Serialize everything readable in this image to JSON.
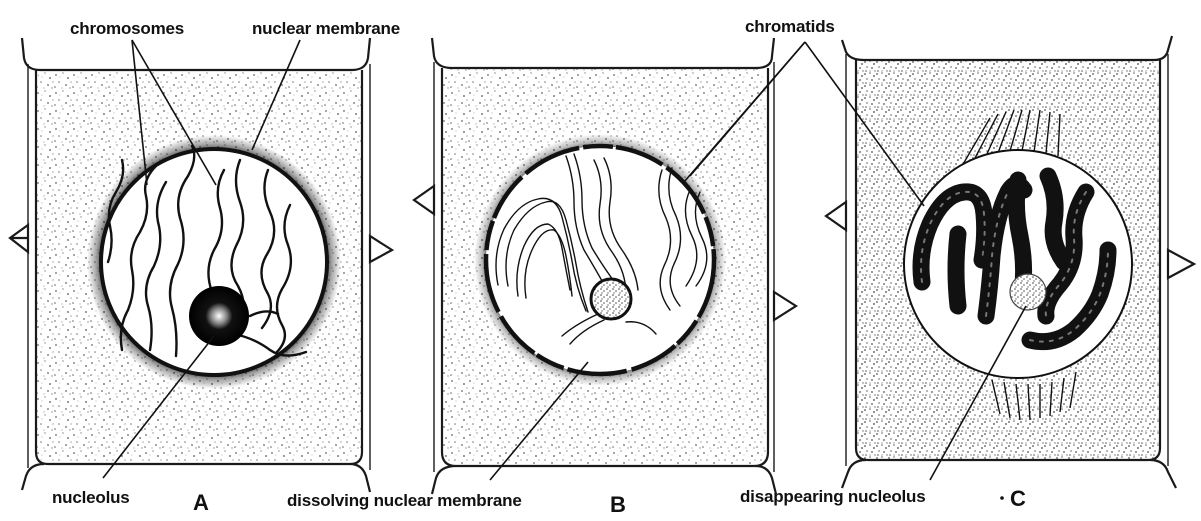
{
  "figure": {
    "labels": {
      "chromosomes": "chromosomes",
      "nuclear_membrane": "nuclear membrane",
      "chromatids": "chromatids",
      "nucleolus": "nucleolus",
      "dissolving_nuclear_membrane": "dissolving nuclear membrane",
      "disappearing_nucleolus": "disappearing nucleolus"
    },
    "panels": {
      "a": "A",
      "b": "B",
      "c": "C"
    }
  }
}
